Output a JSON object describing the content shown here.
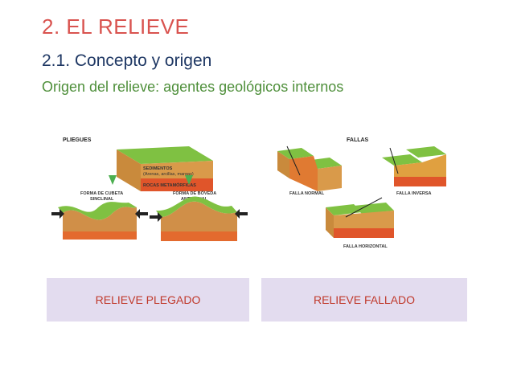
{
  "slide": {
    "title": "2. EL RELIEVE",
    "subtitle": "2.1. Concepto y origen",
    "subheading": "Origen del relieve: agentes geológicos internos"
  },
  "left_figure": {
    "heading": "PLIEGUES",
    "block_labels": [
      "SEDIMENTOS",
      "(Arenas, arcillas, margas)",
      "ROCAS METAMÓRFICAS"
    ],
    "fold_left_label_1": "FORMA DE CUBETA",
    "fold_left_label_2": "SINCLINAL",
    "fold_right_label_1": "FORMA DE BÓVEDA",
    "fold_right_label_2": "ANTICLINAL"
  },
  "right_figure": {
    "heading": "FALLAS",
    "normal_label": "FALLA NORMAL",
    "inverse_label": "FALLA INVERSA",
    "horizontal_label": "FALLA HORIZONTAL"
  },
  "boxes": {
    "left": "RELIEVE PLEGADO",
    "right": "RELIEVE FALLADO"
  },
  "colors": {
    "title": "#d9534f",
    "subtitle": "#1f3864",
    "subheading": "#4e8f3a",
    "box_bg": "#e3dcef",
    "box_text": "#c0392b"
  }
}
